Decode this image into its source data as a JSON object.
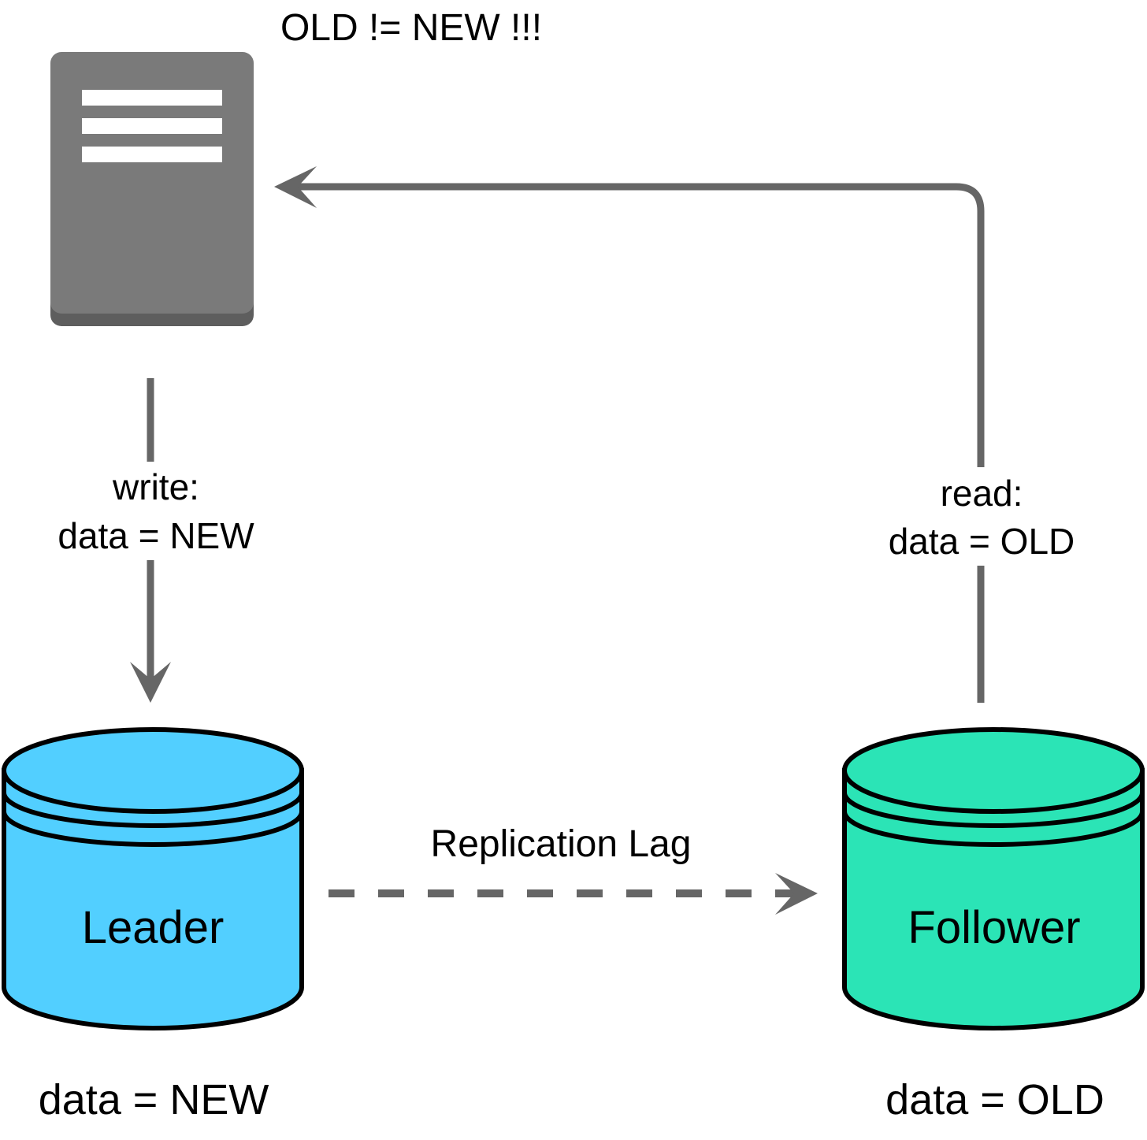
{
  "warning_text": "OLD != NEW !!!",
  "write_label": {
    "line1": "write:",
    "line2": "data = NEW"
  },
  "read_label": {
    "line1": "read:",
    "line2": "data = OLD"
  },
  "replication_label": "Replication Lag",
  "leader": {
    "name": "Leader",
    "data_text": "data = NEW",
    "color": "#52CFFF"
  },
  "follower": {
    "name": "Follower",
    "data_text": "data = OLD",
    "color": "#2BE4B6"
  },
  "colors": {
    "server_body": "#7A7A7A",
    "server_base": "#5E5E5E",
    "arrow": "#666666",
    "outline": "#000000"
  },
  "icons": {
    "client": "server-icon",
    "leader": "database-icon",
    "follower": "database-icon"
  }
}
